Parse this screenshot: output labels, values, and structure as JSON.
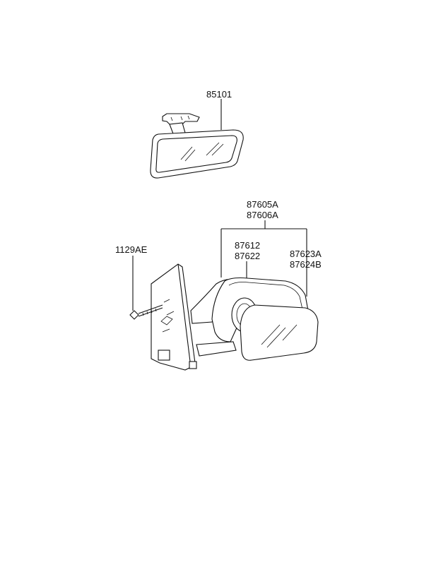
{
  "parts": {
    "inside_mirror": {
      "code": "85101"
    },
    "outside_mirror_assy": {
      "codes": [
        "87605A",
        "87606A"
      ]
    },
    "mirror_glass_holder": {
      "codes": [
        "87612",
        "87622"
      ]
    },
    "mirror_glass": {
      "codes": [
        "87623A",
        "87624B"
      ]
    },
    "screw": {
      "code": "1129AE"
    }
  }
}
